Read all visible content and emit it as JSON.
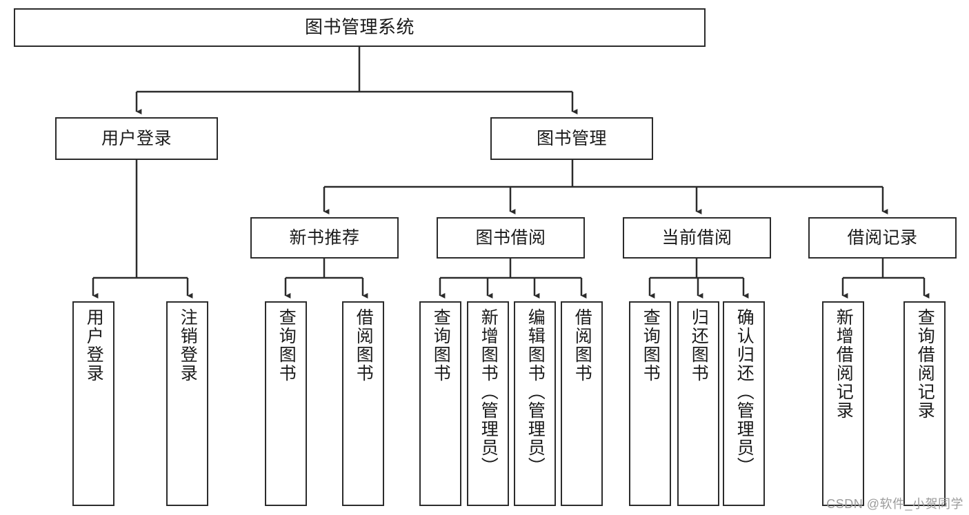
{
  "diagram": {
    "title": "图书管理系统",
    "type": "tree-hierarchy-diagram",
    "colors": {
      "border": "#2b2b2b",
      "background": "#ffffff",
      "text": "#1a1a1a",
      "watermark": "#9b9b9b"
    },
    "root": {
      "label": "图书管理系统"
    },
    "level2": [
      {
        "label": "用户登录"
      },
      {
        "label": "图书管理"
      }
    ],
    "level3": [
      {
        "label": "新书推荐"
      },
      {
        "label": "图书借阅"
      },
      {
        "label": "当前借阅"
      },
      {
        "label": "借阅记录"
      }
    ],
    "leaves": {
      "user_login": [
        {
          "label": "用户登录"
        },
        {
          "label": "注销登录"
        }
      ],
      "new_book_recommend": [
        {
          "label": "查询图书"
        },
        {
          "label": "借阅图书"
        }
      ],
      "book_borrow": [
        {
          "label": "查询图书"
        },
        {
          "label": "新增图书（管理员）"
        },
        {
          "label": "编辑图书（管理员）"
        },
        {
          "label": "借阅图书"
        }
      ],
      "current_borrow": [
        {
          "label": "查询图书"
        },
        {
          "label": "归还图书"
        },
        {
          "label": "确认归还（管理员）"
        }
      ],
      "borrow_records": [
        {
          "label": "新增借阅记录"
        },
        {
          "label": "查询借阅记录"
        }
      ]
    }
  },
  "watermark": {
    "text": "CSDN @软件_小贺同学"
  }
}
